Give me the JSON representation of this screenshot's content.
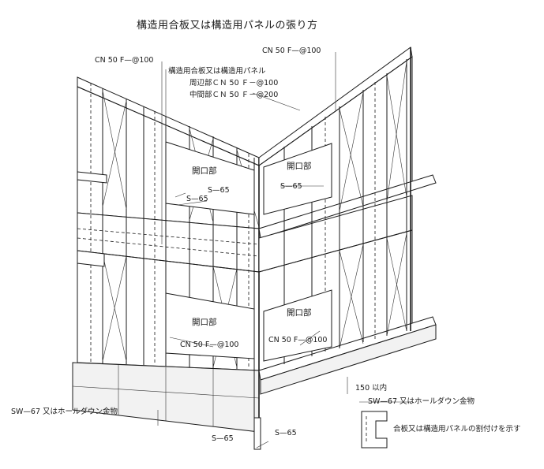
{
  "title": "構造用合板又は構造用パネルの張り方",
  "labels": {
    "cn_top_left": "CN 50 F—@100",
    "cn_top_right": "CN 50 F—@100",
    "panel_label": "構造用合板又は構造用パネル",
    "perimeter": "周辺部ＣＮ 50 Ｆ－@100",
    "middle": "中間部ＣＮ 50 Ｆ－@200",
    "opening_upper_left": "開口部",
    "opening_upper_right": "開口部",
    "opening_lower_left": "開口部",
    "opening_lower_right": "開口部",
    "s65_a": "S—65",
    "s65_b": "S—65",
    "s65_c": "S—65",
    "s65_d": "S—65",
    "s65_e": "S—65",
    "cn_lower_left": "CN 50 F—@100",
    "cn_lower_right": "CN 50 F—@100",
    "dim_150": "150 以内",
    "sw67_right": "SW—67 又はホールダウン金物",
    "sw67_left": "SW—67 又はホールダウン金物",
    "legend": "合板又は構造用パネルの割付けを示す"
  }
}
